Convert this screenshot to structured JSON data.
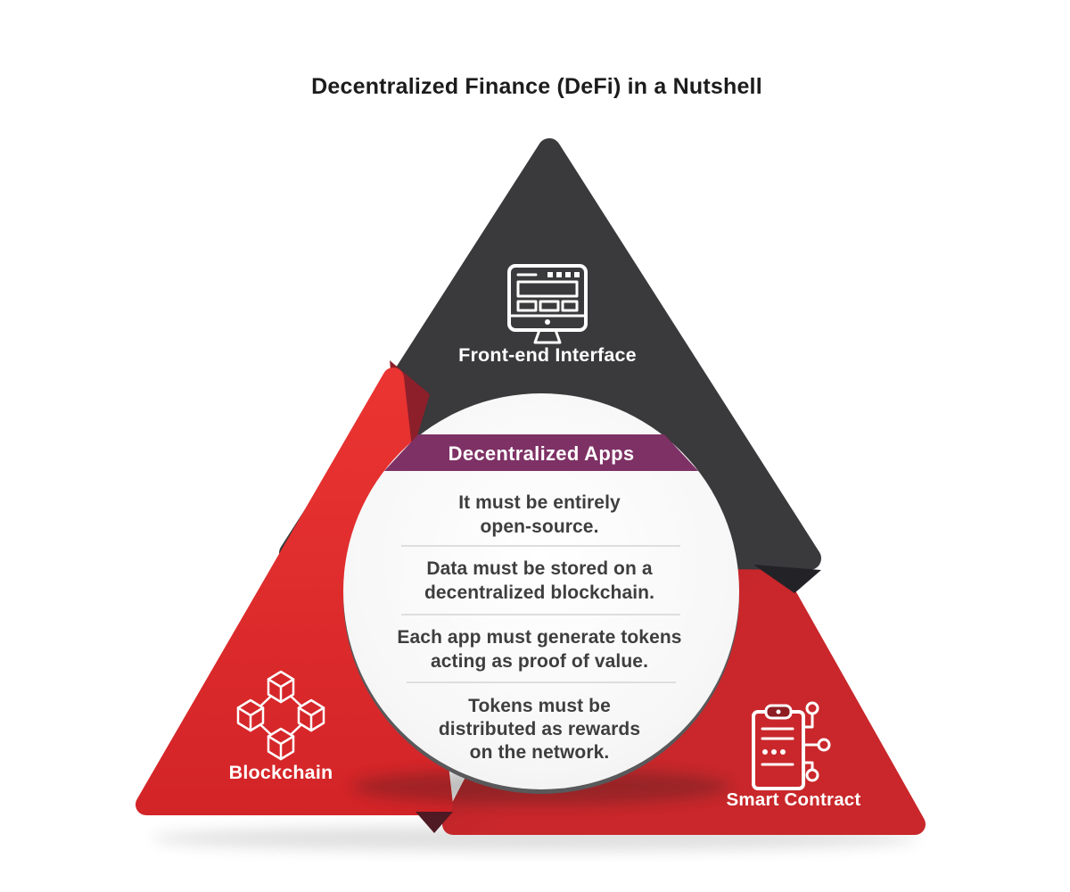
{
  "title": "Decentralized Finance (DeFi) in a Nutshell",
  "colors": {
    "background": "#ffffff",
    "title_text": "#1c1c1c",
    "dark_triangle": "#3a393b",
    "dark_fold": "#232227",
    "red_left_top": "#ea3431",
    "red_left_bottom": "#d32428",
    "red_left_fold": "#8c1f2a",
    "red_right_dark": "#8d1e24",
    "red_right_light": "#c9272b",
    "maroon_fold": "#4f1a23",
    "circle_rim": "#59585a",
    "banner": "#7e3165",
    "rule_text": "#3e3e3e",
    "divider": "#dedede",
    "cube_fill": "#d5272a",
    "icon_stroke": "#ffffff"
  },
  "triangles": {
    "front_end": {
      "label": "Front-end Interface",
      "icon": "monitor-icon"
    },
    "blockchain": {
      "label": "Blockchain",
      "icon": "blockchain-cubes-icon"
    },
    "smart_contract": {
      "label": "Smart Contract",
      "icon": "smart-contract-icon"
    }
  },
  "circle": {
    "banner_label": "Decentralized Apps",
    "rules": [
      {
        "lines": [
          "It must be entirely",
          "open-source."
        ]
      },
      {
        "lines": [
          "Data must be stored on a",
          "decentralized blockchain."
        ]
      },
      {
        "lines": [
          "Each app must generate tokens",
          "acting as proof of value."
        ]
      },
      {
        "lines": [
          "Tokens must be",
          "distributed as rewards",
          "on the network."
        ]
      }
    ]
  }
}
